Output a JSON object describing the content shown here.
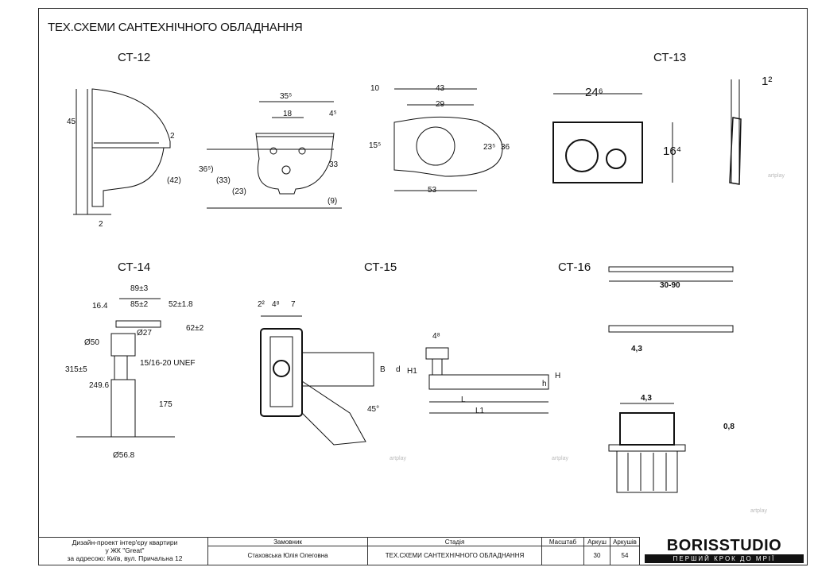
{
  "sheet_title": "ТЕХ.СХЕМИ САНТЕХНІЧНОГО ОБЛАДНАННЯ",
  "sections": [
    "СТ-12",
    "СТ-13",
    "СТ-14",
    "СТ-15",
    "СТ-16"
  ],
  "dims_ct12": {
    "h45": "45",
    "d2": "2",
    "d42": "(42)",
    "b2": "2",
    "w355": "35⁵",
    "w18": "18",
    "d45": "4⁵",
    "h365": "36⁵)",
    "h33a": "(33)",
    "h23": "(23)",
    "h33b": "33",
    "d9": "(9)",
    "w10": "10",
    "w43": "43",
    "w29": "29",
    "h155": "15⁵",
    "h235": "23⁵",
    "h36": "36",
    "w53": "53"
  },
  "dims_ct13": {
    "w246": "24⁶",
    "h164": "16⁴",
    "t12": "1²"
  },
  "dims_ct14": {
    "w89": "89±3",
    "w85": "85±2",
    "w52": "52±1.8",
    "d164": "16.4",
    "d27": "Ø27",
    "d50": "Ø50",
    "h62": "62±2",
    "thread": "15/16-20 UNEF",
    "h315": "315±5",
    "h2496": "249.6",
    "h175": "175",
    "d568": "Ø56.8"
  },
  "dims_ct15": {
    "a22": "2²",
    "a48": "4⁸",
    "a7": "7",
    "angle": "45°",
    "b": "B",
    "d": "d",
    "h1": "H1",
    "l": "L",
    "l1": "L1",
    "h": "H",
    "hs": "h",
    "w48": "4⁸"
  },
  "dims_ct16": {
    "w3090": "30-90",
    "t43a": "4,3",
    "t43b": "4,3",
    "t08": "0,8"
  },
  "watermark": "artplay",
  "stamp": {
    "project_line1": "Дизайн-проект інтер'єру квартири",
    "project_line2": "у ЖК \"Great\"",
    "project_line3": "за адресою: Київ, вул. Причальна 12",
    "customer_label": "Замовник",
    "customer": "Стаховська Юлія Олеговна",
    "stage_label": "Стадія",
    "stage": "ТЕХ.СХЕМИ САНТЕХНІЧНОГО ОБЛАДНАННЯ",
    "scale_label": "Масштаб",
    "sheet_label": "Аркуш",
    "sheet": "30",
    "sheets_label": "Аркушів",
    "sheets": "54",
    "logo": "BORISSTUDIO",
    "slogan": "ПЕРШИЙ КРОК ДО МРІЇ"
  }
}
